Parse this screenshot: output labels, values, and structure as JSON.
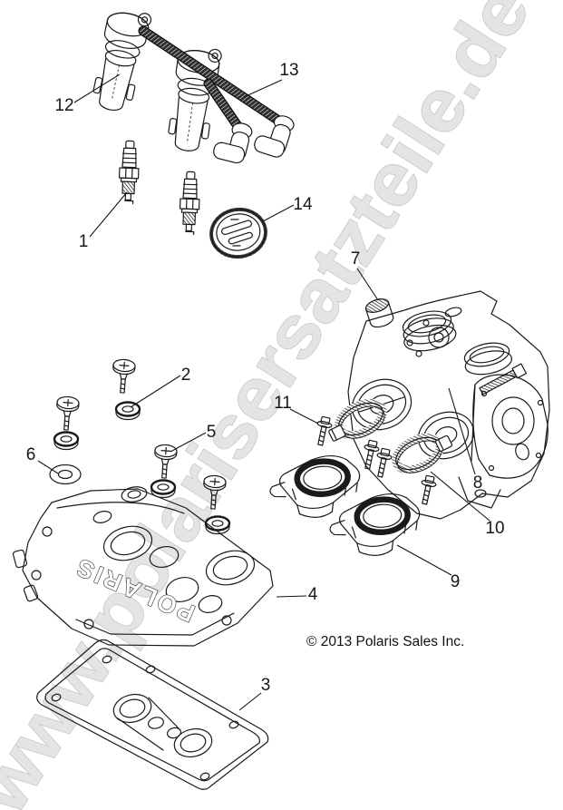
{
  "diagram": {
    "watermark": "www.polarisersatzteile.de",
    "copyright": "© 2013 Polaris Sales Inc.",
    "cover_text": "POLARIS",
    "colors": {
      "line": "#1a1a1a",
      "watermark_fill": "#e4e4e4",
      "watermark_outline": "#c8c8c8"
    },
    "callouts": [
      {
        "number": "1"
      },
      {
        "number": "2"
      },
      {
        "number": "3"
      },
      {
        "number": "4"
      },
      {
        "number": "5"
      },
      {
        "number": "6"
      },
      {
        "number": "7"
      },
      {
        "number": "8"
      },
      {
        "number": "9"
      },
      {
        "number": "10"
      },
      {
        "number": "11"
      },
      {
        "number": "12"
      },
      {
        "number": "13"
      },
      {
        "number": "14"
      }
    ]
  }
}
